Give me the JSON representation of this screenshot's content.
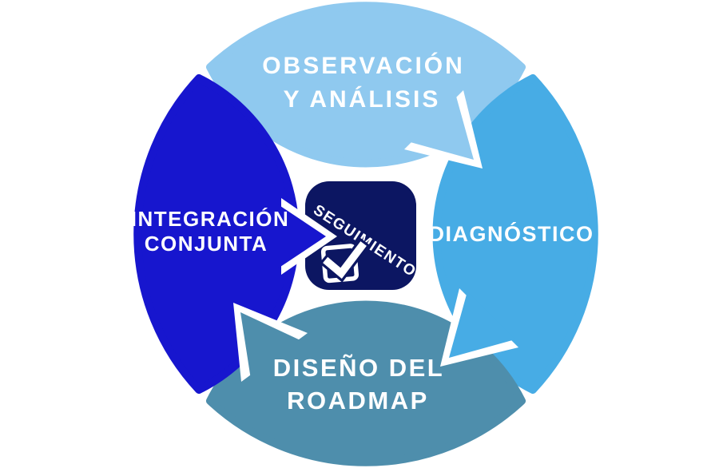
{
  "background": "#FFFFFF",
  "diagram": {
    "type": "cycle",
    "flow": "clockwise",
    "center": {
      "label": "SEGUIMIENTO",
      "icon": "checkbox-checked-icon",
      "color": "#0C1662",
      "text_color": "#FFFFFF"
    },
    "segments": [
      {
        "position": "top",
        "label": "OBSERVACIÓN Y ANÁLISIS",
        "lines": [
          "OBSERVACIÓN",
          "Y ANÁLISIS"
        ],
        "color": "#8FC9EF"
      },
      {
        "position": "right",
        "label": "DIAGNÓSTICO",
        "lines": [
          "DIAGNÓSTICO"
        ],
        "color": "#47ACE5"
      },
      {
        "position": "bottom",
        "label": "DISEÑO DEL ROADMAP",
        "lines": [
          "DISEÑO DEL",
          "ROADMAP"
        ],
        "color": "#4E8EAC"
      },
      {
        "position": "left",
        "label": "INTEGRACIÓN CONJUNTA",
        "lines": [
          "INTEGRACIÓN",
          "CONJUNTA"
        ],
        "color": "#1716CE"
      }
    ]
  }
}
